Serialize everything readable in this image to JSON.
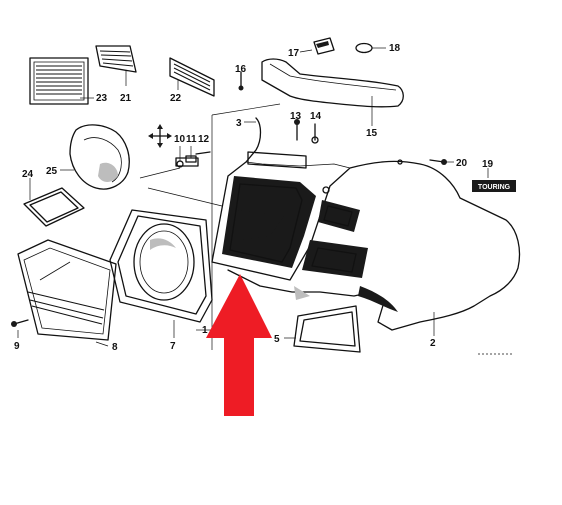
{
  "diagram": {
    "callouts": [
      {
        "id": "c1",
        "text": "1"
      },
      {
        "id": "c2",
        "text": "2"
      },
      {
        "id": "c3",
        "text": "3"
      },
      {
        "id": "c5",
        "text": "5"
      },
      {
        "id": "c7",
        "text": "7"
      },
      {
        "id": "c8",
        "text": "8"
      },
      {
        "id": "c9",
        "text": "9"
      },
      {
        "id": "c10",
        "text": "10"
      },
      {
        "id": "c11",
        "text": "11"
      },
      {
        "id": "c12",
        "text": "12"
      },
      {
        "id": "c13",
        "text": "13"
      },
      {
        "id": "c14",
        "text": "14"
      },
      {
        "id": "c15",
        "text": "15"
      },
      {
        "id": "c16",
        "text": "16"
      },
      {
        "id": "c17",
        "text": "17"
      },
      {
        "id": "c18",
        "text": "18"
      },
      {
        "id": "c19",
        "text": "19"
      },
      {
        "id": "c20",
        "text": "20"
      },
      {
        "id": "c21",
        "text": "21"
      },
      {
        "id": "c22",
        "text": "22"
      },
      {
        "id": "c23",
        "text": "23"
      },
      {
        "id": "c24",
        "text": "24"
      },
      {
        "id": "c25",
        "text": "25"
      }
    ],
    "badge_text": "TOURING",
    "arrow_color": "#ee1c25",
    "line_color": "#111111"
  }
}
